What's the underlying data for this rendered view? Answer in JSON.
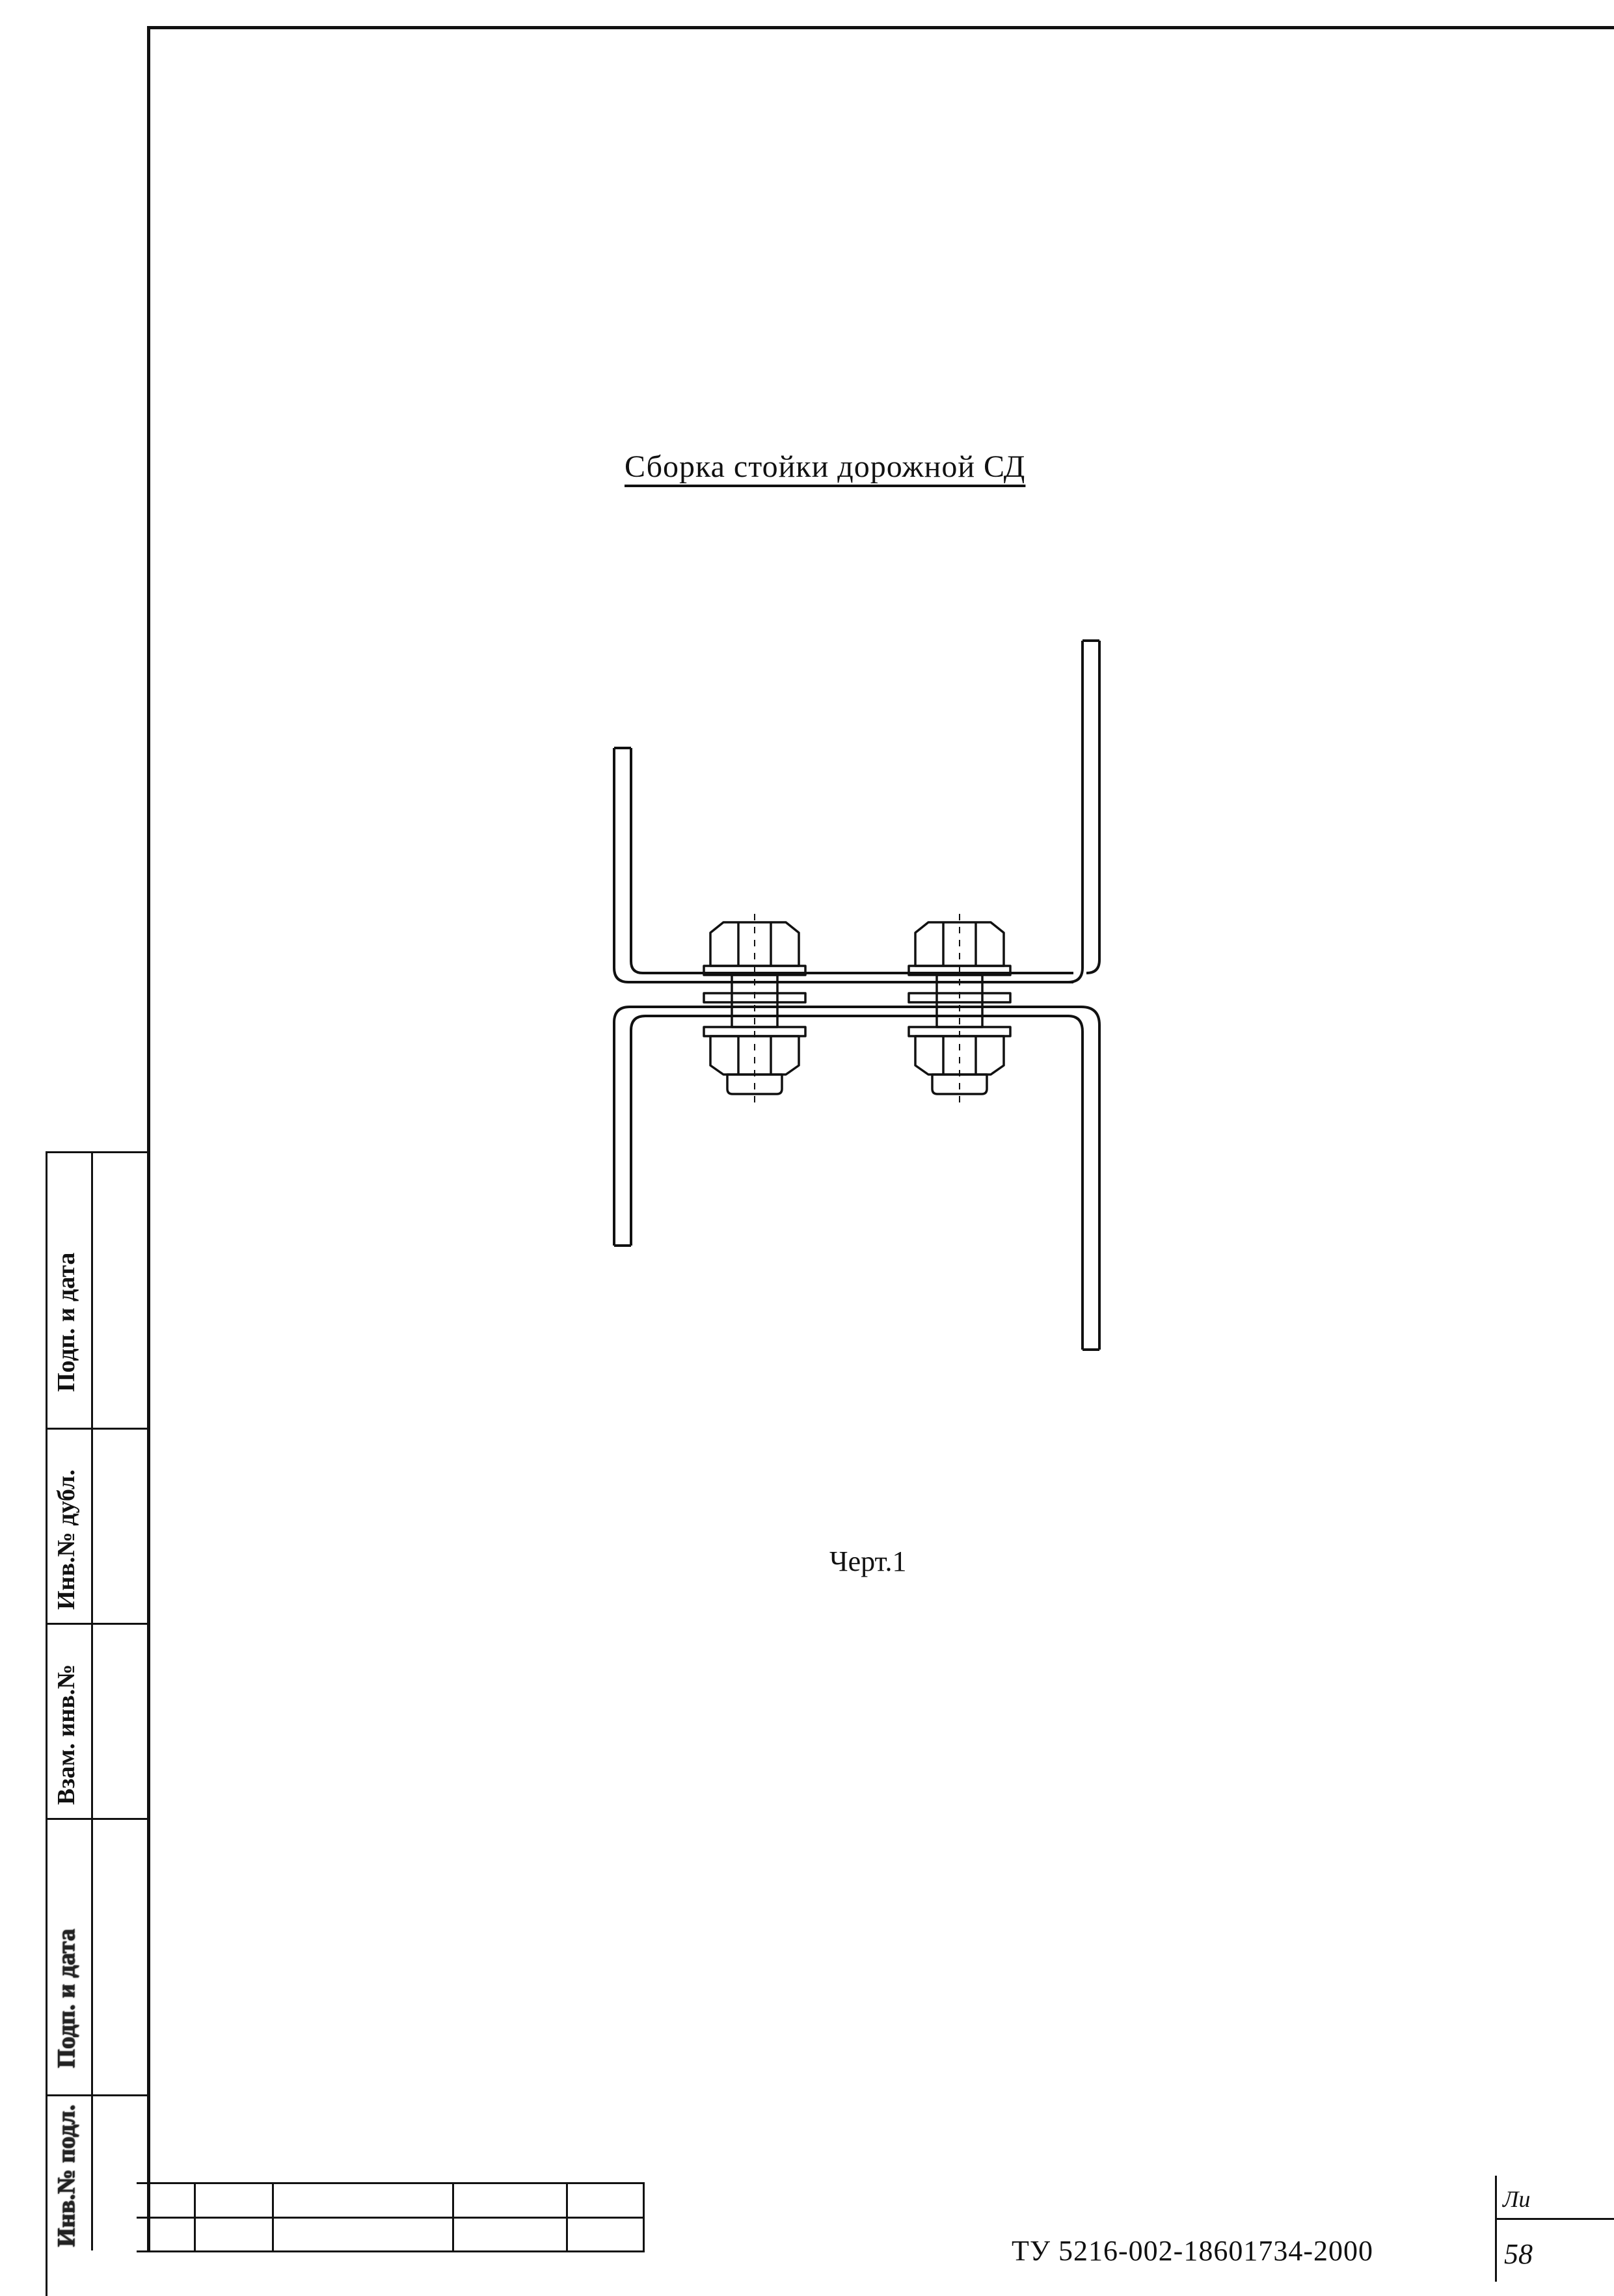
{
  "document": {
    "title": "Сборка стойки дорожной  СД",
    "figure_caption": "Черт.1",
    "doc_code": "ТУ 5216-002-18601734-2000",
    "sheet_label": "Ли",
    "sheet_number": "58"
  },
  "side_stamp": {
    "labels": [
      "Подп. и дата",
      "Инв.№ дубл.",
      "Взам. инв.№",
      "Подп. и дата",
      "Инв.№ подл."
    ]
  }
}
